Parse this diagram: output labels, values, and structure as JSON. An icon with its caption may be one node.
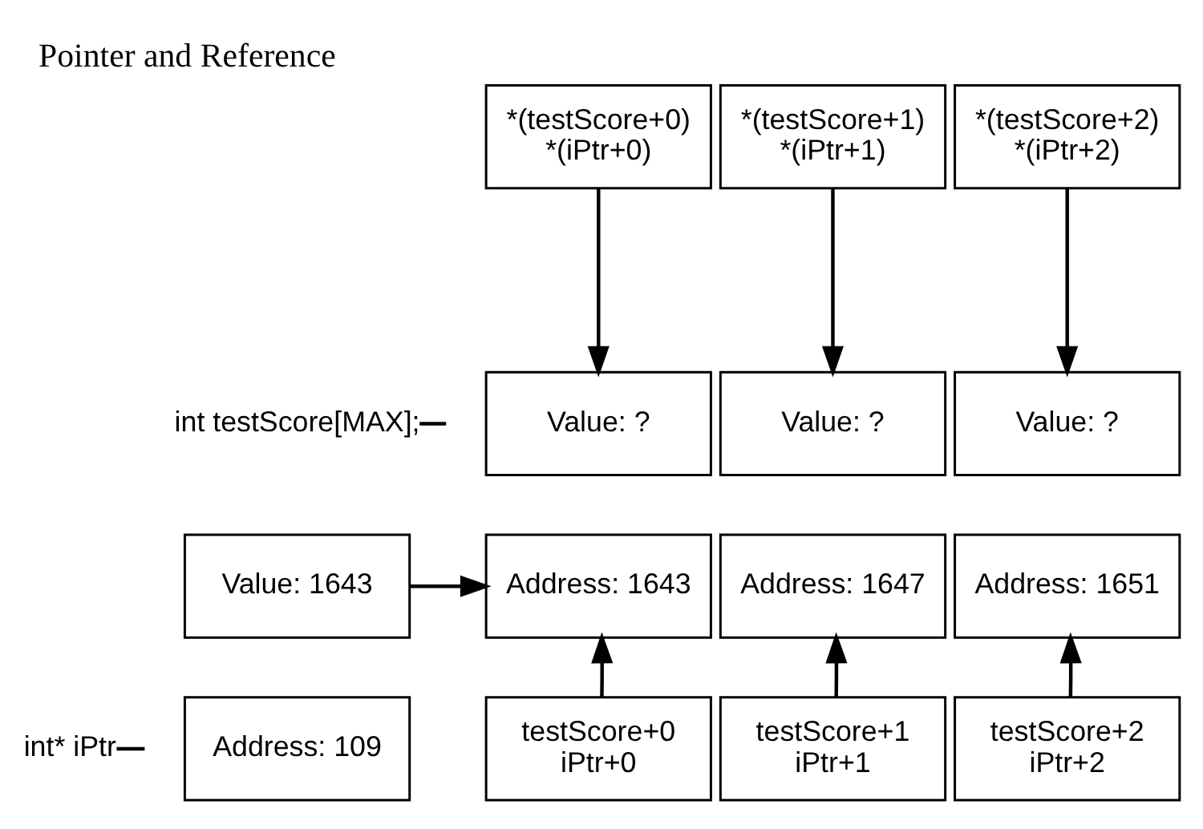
{
  "diagram": {
    "title": "Pointer and Reference",
    "nodes": [
      {
        "text": [
          "*(testScore+0)",
          "*(iPtr+0)"
        ]
      },
      {
        "text": [
          "*(testScore+1)",
          "*(iPtr+1)"
        ]
      },
      {
        "text": [
          "*(testScore+2)",
          "*(iPtr+2)"
        ]
      },
      {
        "text": [
          "Value: ?"
        ]
      },
      {
        "text": [
          "Value: ?"
        ]
      },
      {
        "text": [
          "Value: ?"
        ]
      },
      {
        "text": [
          "Address: 1643"
        ]
      },
      {
        "text": [
          "Address: 1647"
        ]
      },
      {
        "text": [
          "Address: 1651"
        ]
      },
      {
        "text": [
          "testScore+0",
          "iPtr+0"
        ]
      },
      {
        "text": [
          "testScore+1",
          "iPtr+1"
        ]
      },
      {
        "text": [
          "testScore+2",
          "iPtr+2"
        ]
      },
      {
        "text": [
          "Value: 1643"
        ]
      },
      {
        "text": [
          "Address: 109"
        ]
      },
      {
        "text": [
          "int testScore[MAX];"
        ]
      },
      {
        "text": [
          "int* iPtr"
        ]
      }
    ],
    "edges": [
      {
        "from": 0,
        "to": 3,
        "arrow": "to"
      },
      {
        "from": 1,
        "to": 4,
        "arrow": "to"
      },
      {
        "from": 2,
        "to": 5,
        "arrow": "to"
      },
      {
        "from": 9,
        "to": 6,
        "arrow": "to"
      },
      {
        "from": 10,
        "to": 7,
        "arrow": "to"
      },
      {
        "from": 11,
        "to": 8,
        "arrow": "to"
      },
      {
        "from": 12,
        "to": 6,
        "arrow": "to"
      },
      {
        "from": 14,
        "to": null,
        "arrow": "none"
      },
      {
        "from": 15,
        "to": null,
        "arrow": "none"
      }
    ]
  }
}
